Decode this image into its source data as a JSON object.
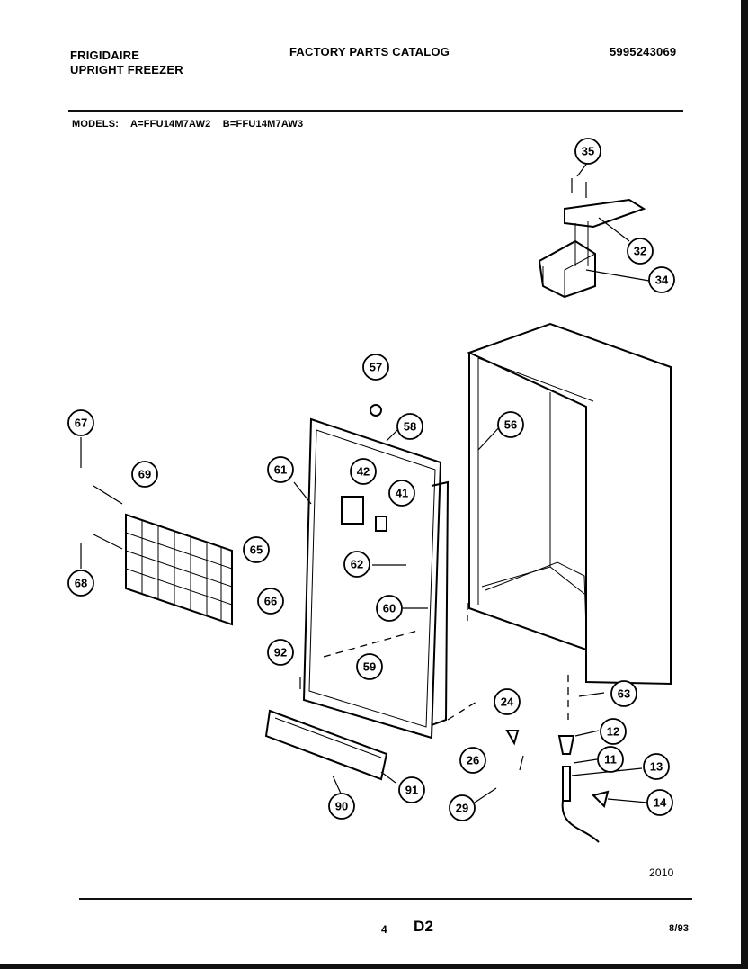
{
  "header": {
    "brand_line1": "FRIGIDAIRE",
    "brand_line2": "UPRIGHT FREEZER",
    "catalog_title": "FACTORY PARTS CATALOG",
    "catalog_number": "5995243069"
  },
  "models": {
    "label": "MODELS:",
    "model_a": "A=FFU14M7AW2",
    "model_b": "B=FFU14M7AW3"
  },
  "callouts": [
    "35",
    "32",
    "34",
    "57",
    "58",
    "56",
    "61",
    "42",
    "41",
    "67",
    "69",
    "65",
    "62",
    "68",
    "66",
    "60",
    "92",
    "59",
    "63",
    "24",
    "12",
    "11",
    "13",
    "26",
    "91",
    "14",
    "29",
    "90"
  ],
  "footer": {
    "figure_code": "2010",
    "page_number": "4",
    "section": "D2",
    "date": "8/93"
  }
}
